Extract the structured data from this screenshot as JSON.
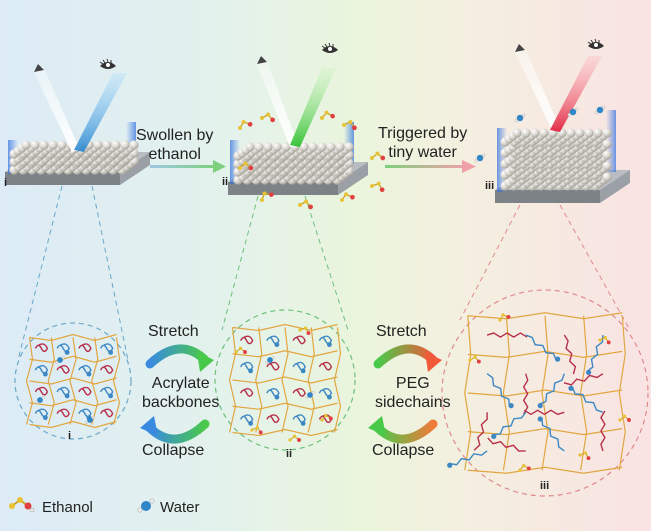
{
  "labels": {
    "swollen_line1": "Swollen by",
    "swollen_line2": "ethanol",
    "triggered_line1": "Triggered by",
    "triggered_line2": "tiny water",
    "stretch_left": "Stretch",
    "acrylate_line1": "Acrylate",
    "acrylate_line2": "backbones",
    "collapse_left": "Collapse",
    "stretch_right": "Stretch",
    "peg_line1": "PEG",
    "peg_line2": "sidechains",
    "collapse_right": "Collapse"
  },
  "tags": {
    "film_i": "i",
    "film_ii": "ii",
    "film_iii": "iii",
    "circle_i": "i",
    "circle_ii": "ii",
    "circle_iii": "iii"
  },
  "legend": {
    "ethanol": "Ethanol",
    "water": "Water"
  },
  "colors": {
    "beam_state_i": "#3a9ad6",
    "beam_state_ii": "#3fc43f",
    "beam_state_iii": "#e02a45",
    "backbone": "#e2a640",
    "sidechain_blue": "#3d88c4",
    "sidechain_red": "#b8304a",
    "water_molecule": "#2f86c8",
    "ethanol_molecule": "#e8c234"
  }
}
